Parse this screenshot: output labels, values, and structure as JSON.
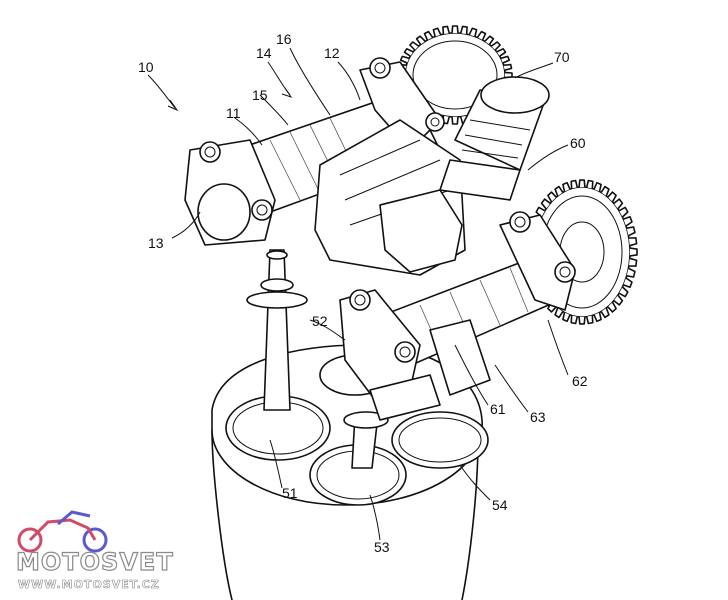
{
  "labels": [
    {
      "text": "10"
    },
    {
      "text": "14"
    },
    {
      "text": "16"
    },
    {
      "text": "12"
    },
    {
      "text": "15"
    },
    {
      "text": "11"
    },
    {
      "text": "70"
    },
    {
      "text": "60"
    },
    {
      "text": "13"
    },
    {
      "text": "52"
    },
    {
      "text": "62"
    },
    {
      "text": "61"
    },
    {
      "text": "63"
    },
    {
      "text": "51"
    },
    {
      "text": "54"
    },
    {
      "text": "53"
    }
  ],
  "watermark": {
    "brand": "MOTOSVET",
    "url": "WWW.MOTOSVET.CZ",
    "logo_colors": [
      "#d04a6a",
      "#5a5ad0"
    ]
  },
  "colors": {
    "line": "#111111",
    "background": "#ffffff"
  }
}
